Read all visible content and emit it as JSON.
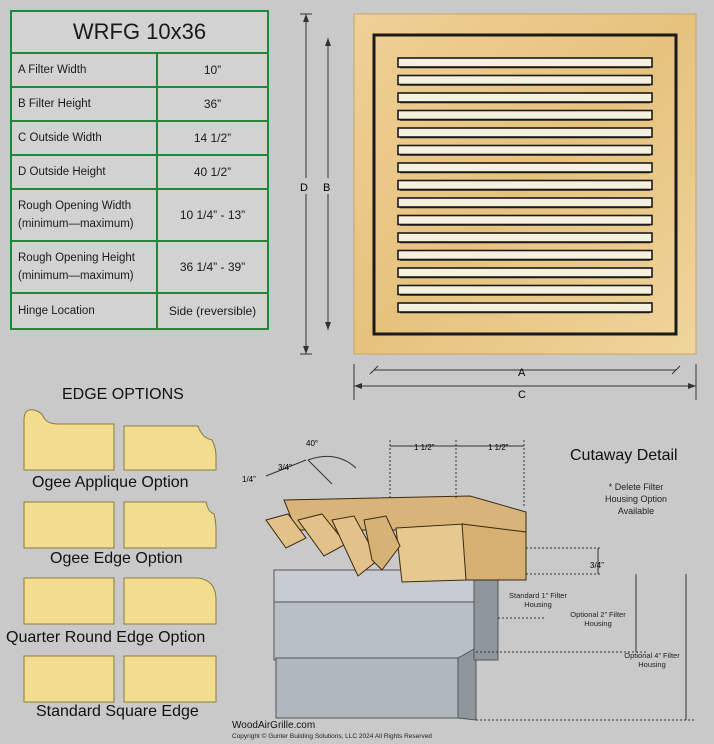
{
  "spec": {
    "title": "WRFG 10x36",
    "rows": [
      {
        "label": "A  Filter Width",
        "value": "10”"
      },
      {
        "label": "B  Filter Height",
        "value": "36”"
      },
      {
        "label": "C   Outside Width",
        "value": "14 1/2”"
      },
      {
        "label": "D  Outside Height",
        "value": "40 1/2”"
      },
      {
        "label": "Rough Opening Width (minimum—maximum)",
        "value": "10 1/4” - 13”"
      },
      {
        "label": "Rough Opening Height (minimum—maximum)",
        "value": "36 1/4” - 39”"
      },
      {
        "label": "Hinge Location",
        "value": "Side (reversible)"
      }
    ]
  },
  "grille_dims": {
    "d": "D",
    "b": "B",
    "a": "A",
    "c": "C",
    "louver_count": 15
  },
  "edge_options": {
    "title": "EDGE OPTIONS",
    "options": [
      "Ogee Applique Option",
      "Ogee Edge Option",
      "Quarter Round Edge Option",
      "Standard Square Edge"
    ]
  },
  "cutaway": {
    "title": "Cutaway Detail",
    "note": "* Delete Filter Housing Option Available",
    "dim_angle": "40°",
    "dim_1": "1 1/2”",
    "dim_2": "1 1/2”",
    "dim_3": "3/4”",
    "dim_4": "1/4”",
    "dim_5": "3/4”",
    "std_housing": "Standard 1” Filter Housing",
    "opt2_housing": "Optional 2” Filter Housing",
    "opt4_housing": "Optional 4” Filter Housing"
  },
  "footer": {
    "site": "WoodAirGrille.com",
    "copyright": "Copyright ©  Gunter Building Solutions, LLC 2024 All Rights Reserved"
  },
  "colors": {
    "table_border": "#1d8a3a",
    "wood": "#e8c888",
    "edge_piece": "#f1dd90",
    "metal": "#b8bec4"
  }
}
